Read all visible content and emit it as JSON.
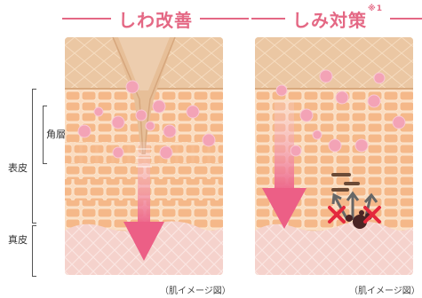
{
  "headers": {
    "wrinkle": "しわ改善",
    "spot": "しみ対策",
    "spot_note": "※1"
  },
  "side_labels": {
    "stratum_corneum": "角層",
    "epidermis": "表皮",
    "dermis": "真皮"
  },
  "captions": {
    "left": "（肌イメージ図）",
    "right": "（肌イメージ図）"
  },
  "colors": {
    "accent": "#e46884",
    "skin_top": "#ebc7a3",
    "cell": "#f5b889",
    "dermis": "#f5d2cc",
    "particle": "#f3a3b6"
  },
  "icons": {
    "cross": "cross-icon",
    "melanin": "melanin-cluster-icon",
    "arrow": "up-arrow-icon"
  }
}
